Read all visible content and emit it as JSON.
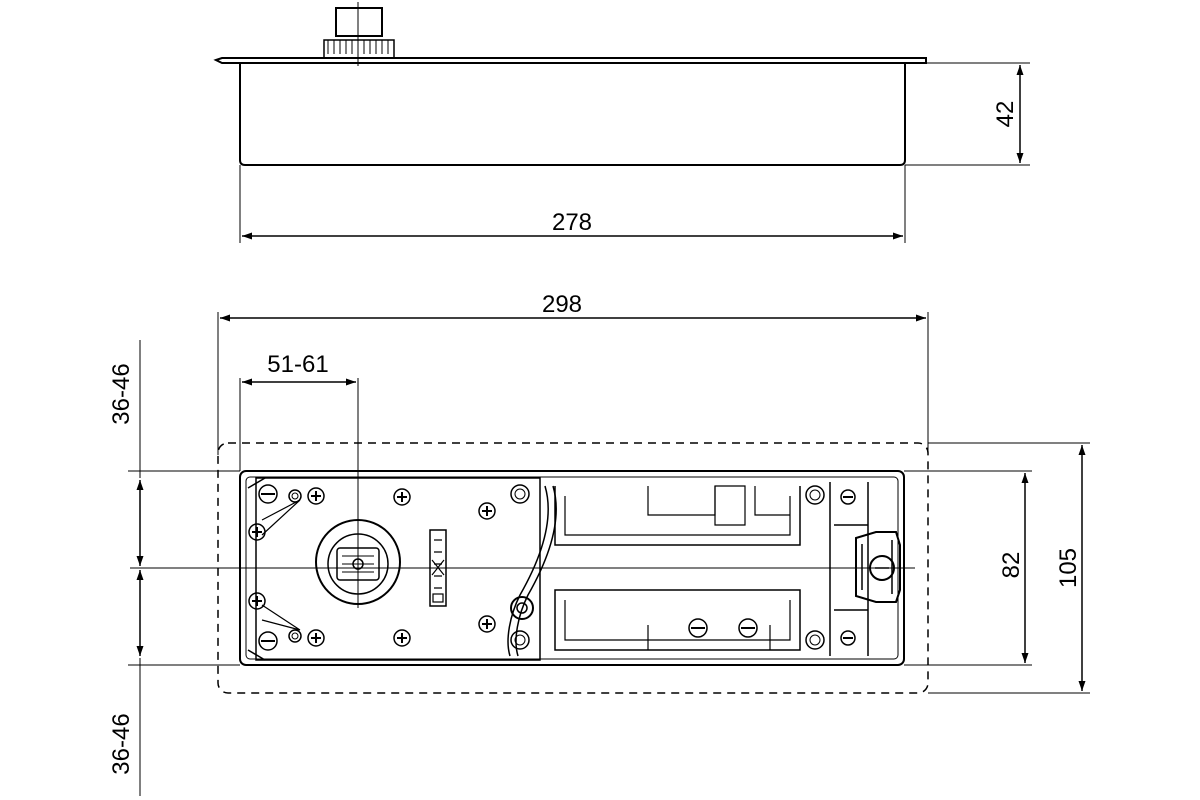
{
  "drawing": {
    "dimensions": {
      "side_height": "42",
      "side_length": "278",
      "overall_length": "298",
      "spindle_offset": "51-61",
      "body_width": "82",
      "overall_width": "105",
      "offset_top": "36-46",
      "offset_bottom": "36-46"
    }
  }
}
